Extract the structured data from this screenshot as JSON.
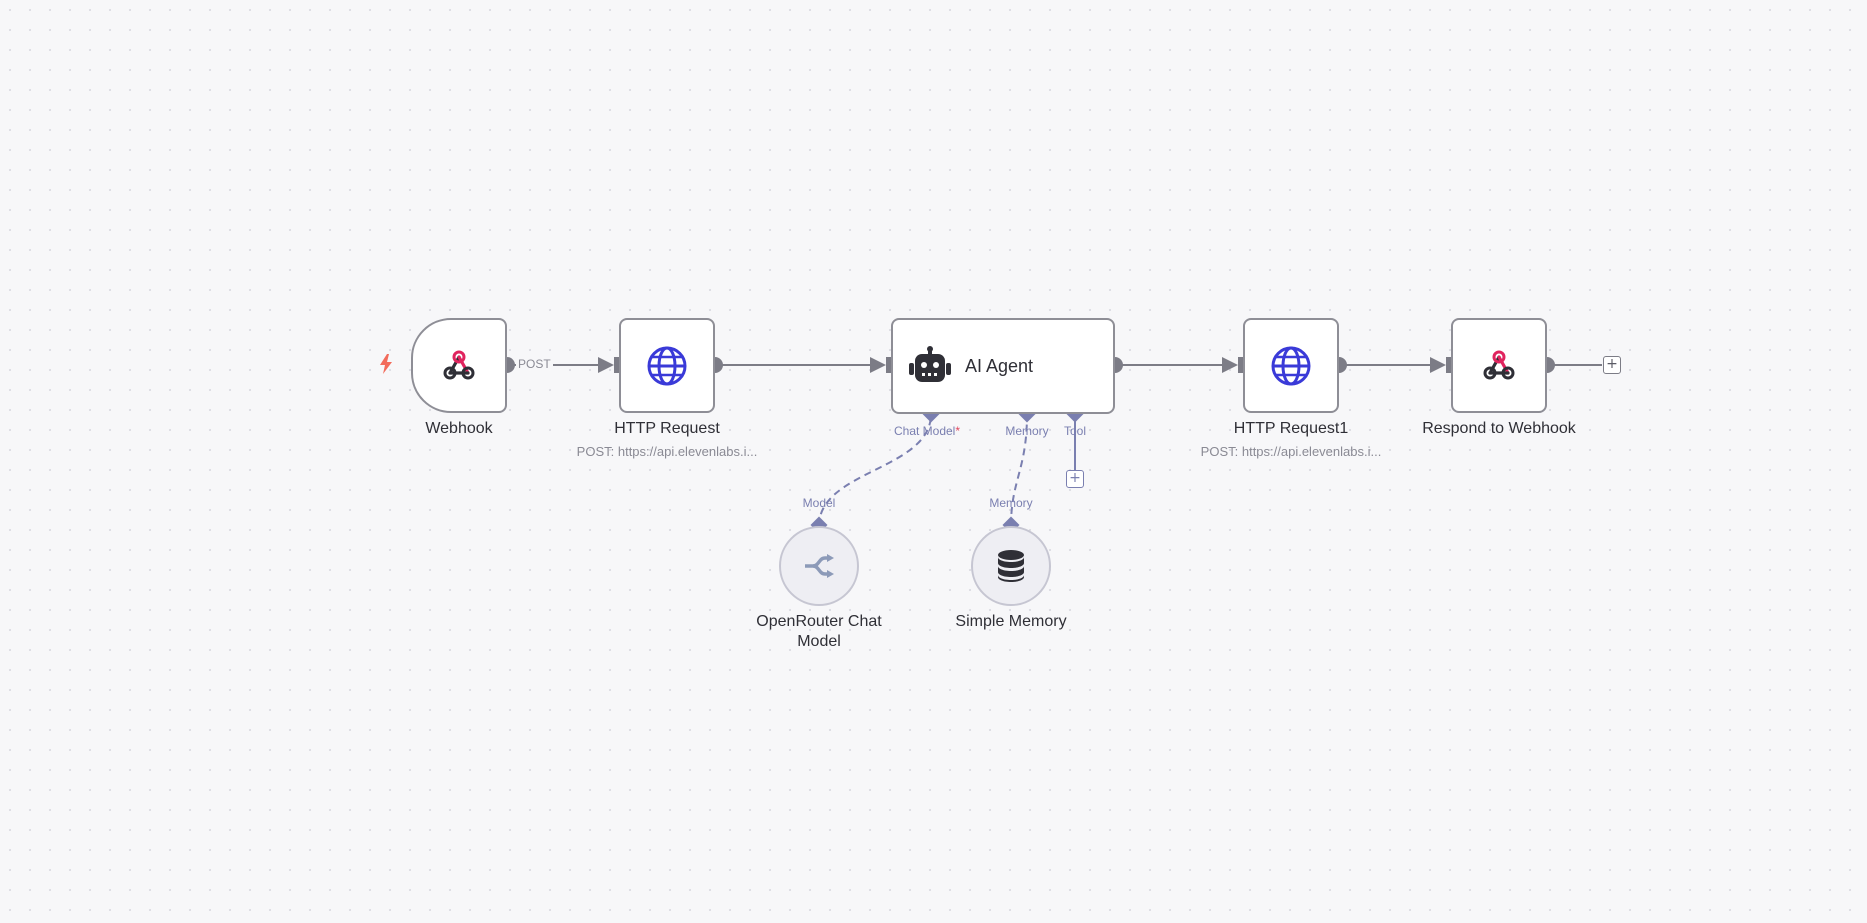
{
  "workflow": {
    "nodes": {
      "webhook": {
        "label": "Webhook"
      },
      "http_request": {
        "label": "HTTP Request",
        "subtitle": "POST: https://api.elevenlabs.i..."
      },
      "ai_agent": {
        "label": "AI Agent",
        "ports": {
          "chat_model": "Chat Model",
          "required_mark": "*",
          "memory": "Memory",
          "tool": "Tool"
        }
      },
      "http_request1": {
        "label": "HTTP Request1",
        "subtitle": "POST: https://api.elevenlabs.i..."
      },
      "respond": {
        "label": "Respond to Webhook"
      },
      "openrouter": {
        "label_line1": "OpenRouter Chat",
        "label_line2": "Model",
        "port": "Model"
      },
      "simple_memory": {
        "label": "Simple Memory",
        "port": "Memory"
      }
    },
    "edges": {
      "webhook_output_label": "POST"
    },
    "buttons": {
      "add_symbol": "+"
    }
  },
  "colors": {
    "canvas_bg": "#f7f7f9",
    "node_border": "#8e8e96",
    "ai_port": "#7a7fb0",
    "webhook_pink": "#e0245e",
    "http_blue": "#3a3ad8",
    "trigger_bolt": "#f26b5b"
  },
  "icons": {
    "webhook": "webhook-icon",
    "http": "globe-icon",
    "agent": "robot-icon",
    "openrouter": "openrouter-icon",
    "memory": "database-icon",
    "trigger": "lightning-bolt-icon"
  }
}
